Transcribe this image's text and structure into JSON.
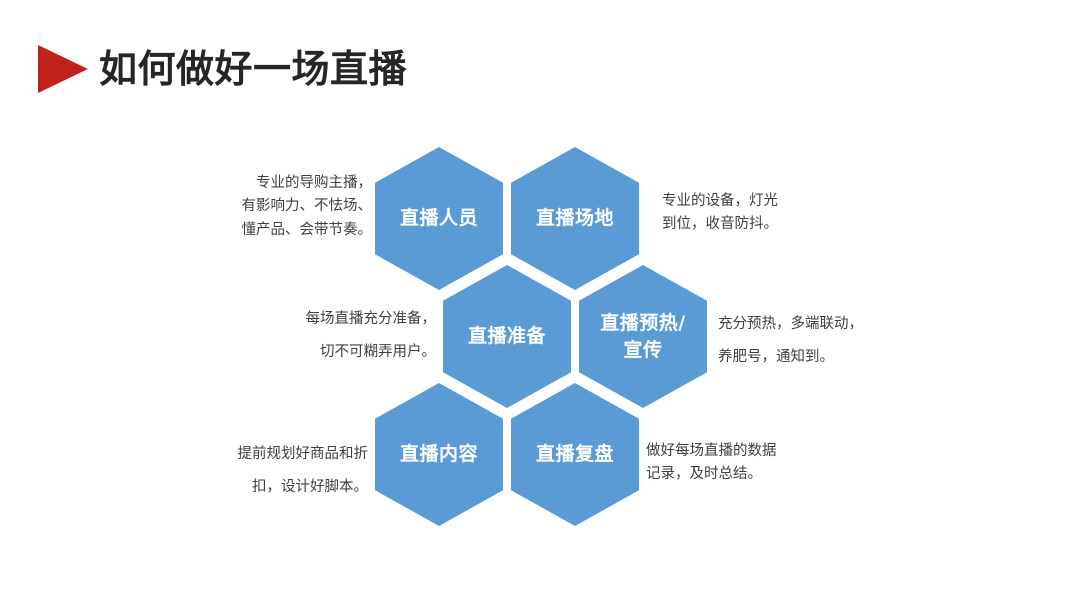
{
  "slide": {
    "background_color": "#ffffff",
    "title": {
      "text": "如何做好一场直播",
      "marker_icon": "red-play-triangle-icon",
      "marker_color": "#c1211b",
      "text_color": "#262626"
    }
  },
  "diagram": {
    "type": "honeycomb",
    "hex_color": "#5b9bd5",
    "hex_label_color": "#ffffff",
    "caption_color": "#3f3f3f",
    "cells": [
      {
        "id": "hex-live-staff",
        "label": "直播人员",
        "row": 1,
        "col": 1
      },
      {
        "id": "hex-live-venue",
        "label": "直播场地",
        "row": 1,
        "col": 2
      },
      {
        "id": "hex-live-prep",
        "label": "直播准备",
        "row": 2,
        "col": 1
      },
      {
        "id": "hex-live-promo",
        "label": "直播预热/宣传",
        "row": 2,
        "col": 2
      },
      {
        "id": "hex-live-content",
        "label": "直播内容",
        "row": 3,
        "col": 1
      },
      {
        "id": "hex-live-review",
        "label": "直播复盘",
        "row": 3,
        "col": 2
      }
    ],
    "captions": [
      {
        "id": "caption-live-staff",
        "for": "直播人员",
        "text": "专业的导购主播，\n有影响力、不怯场、\n懂产品、会带节奏。",
        "side": "left"
      },
      {
        "id": "caption-live-venue",
        "for": "直播场地",
        "text": "专业的设备，灯光\n到位，收音防抖。",
        "side": "right"
      },
      {
        "id": "caption-live-prep",
        "for": "直播准备",
        "text": "每场直播充分准备，\n切不可糊弄用户。",
        "side": "left"
      },
      {
        "id": "caption-live-promo",
        "for": "直播预热/宣传",
        "text": "充分预热，多端联动，\n养肥号，通知到。",
        "side": "right"
      },
      {
        "id": "caption-live-content",
        "for": "直播内容",
        "text": "提前规划好商品和折\n扣，设计好脚本。",
        "side": "left"
      },
      {
        "id": "caption-live-review",
        "for": "直播复盘",
        "text": "做好每场直播的数据\n记录，及时总结。",
        "side": "right"
      }
    ]
  }
}
